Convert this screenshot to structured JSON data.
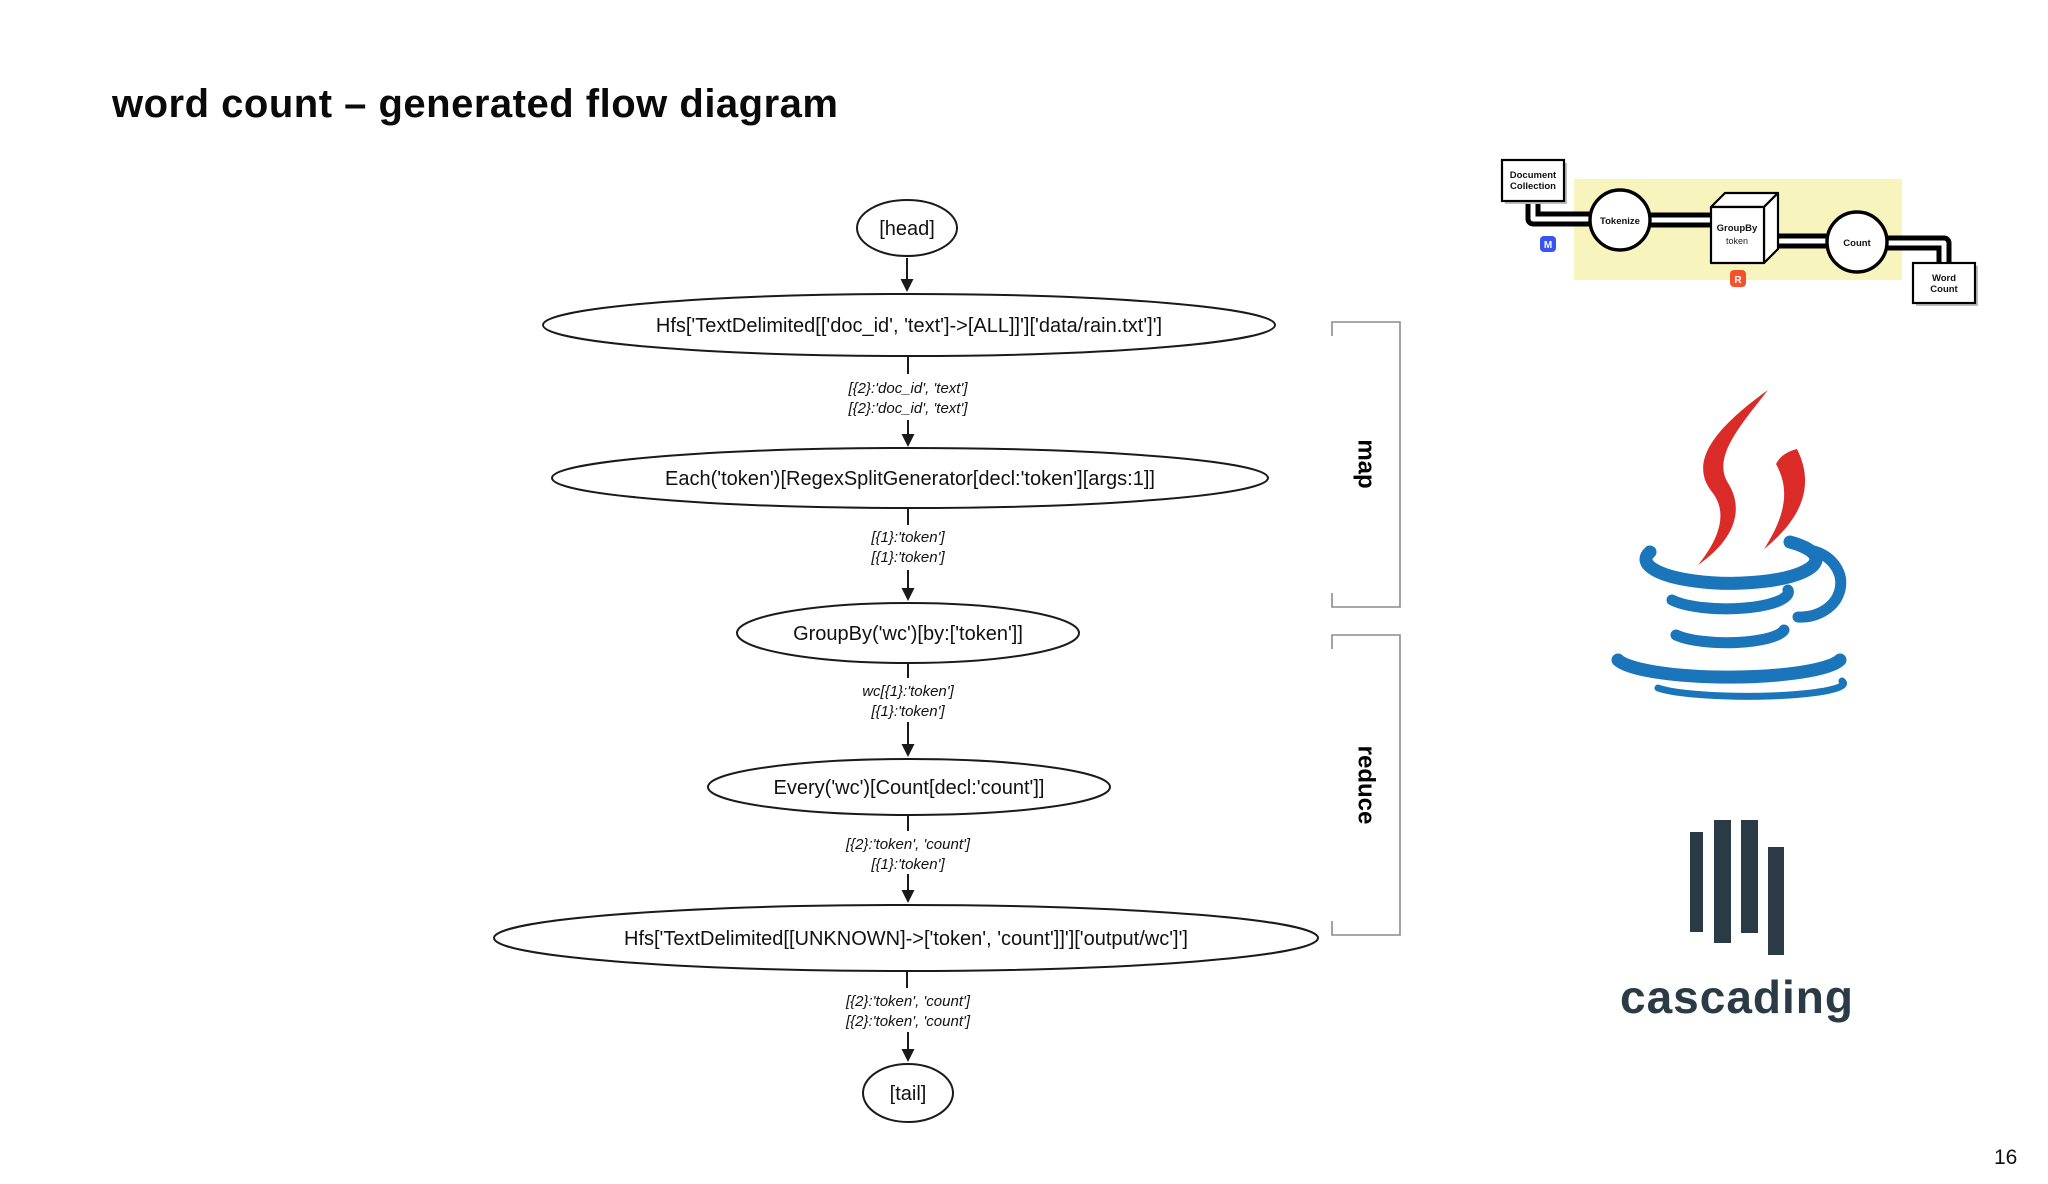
{
  "slide": {
    "title": "word count – generated flow diagram",
    "page_number": "16"
  },
  "flow": {
    "nodes": [
      {
        "id": "head",
        "label": "[head]"
      },
      {
        "id": "source",
        "label": "Hfs['TextDelimited[['doc_id', 'text']->[ALL]]']['data/rain.txt']']"
      },
      {
        "id": "each",
        "label": "Each('token')[RegexSplitGenerator[decl:'token'][args:1]]"
      },
      {
        "id": "groupby",
        "label": "GroupBy('wc')[by:['token']]"
      },
      {
        "id": "every",
        "label": "Every('wc')[Count[decl:'count']]"
      },
      {
        "id": "sink",
        "label": "Hfs['TextDelimited[[UNKNOWN]->['token', 'count']]']['output/wc']']"
      },
      {
        "id": "tail",
        "label": "[tail]"
      }
    ],
    "edges": [
      {
        "labels": []
      },
      {
        "labels": [
          "[{2}:'doc_id', 'text']",
          "[{2}:'doc_id', 'text']"
        ]
      },
      {
        "labels": [
          "[{1}:'token']",
          "[{1}:'token']"
        ]
      },
      {
        "labels": [
          "wc[{1}:'token']",
          "[{1}:'token']"
        ]
      },
      {
        "labels": [
          "[{2}:'token', 'count']",
          "[{1}:'token']"
        ]
      },
      {
        "labels": [
          "[{2}:'token', 'count']",
          "[{2}:'token', 'count']"
        ]
      }
    ],
    "phases": [
      "map",
      "reduce"
    ]
  },
  "pipeline": {
    "document_collection": [
      "Document",
      "Collection"
    ],
    "tokenize": "Tokenize",
    "groupby": [
      "GroupBy",
      "token"
    ],
    "count": "Count",
    "word_count": [
      "Word",
      "Count"
    ],
    "map_badge": "M",
    "reduce_badge": "R",
    "colors": {
      "highlight": "#f7f5bd",
      "map_badge": "#3a55ee",
      "reduce_badge": "#f4512c"
    }
  },
  "logos": {
    "java": {
      "red": "#da2b28",
      "blue": "#1b75bb"
    },
    "cascading": {
      "wordmark": "cascading",
      "color": "#2b3b46"
    }
  }
}
